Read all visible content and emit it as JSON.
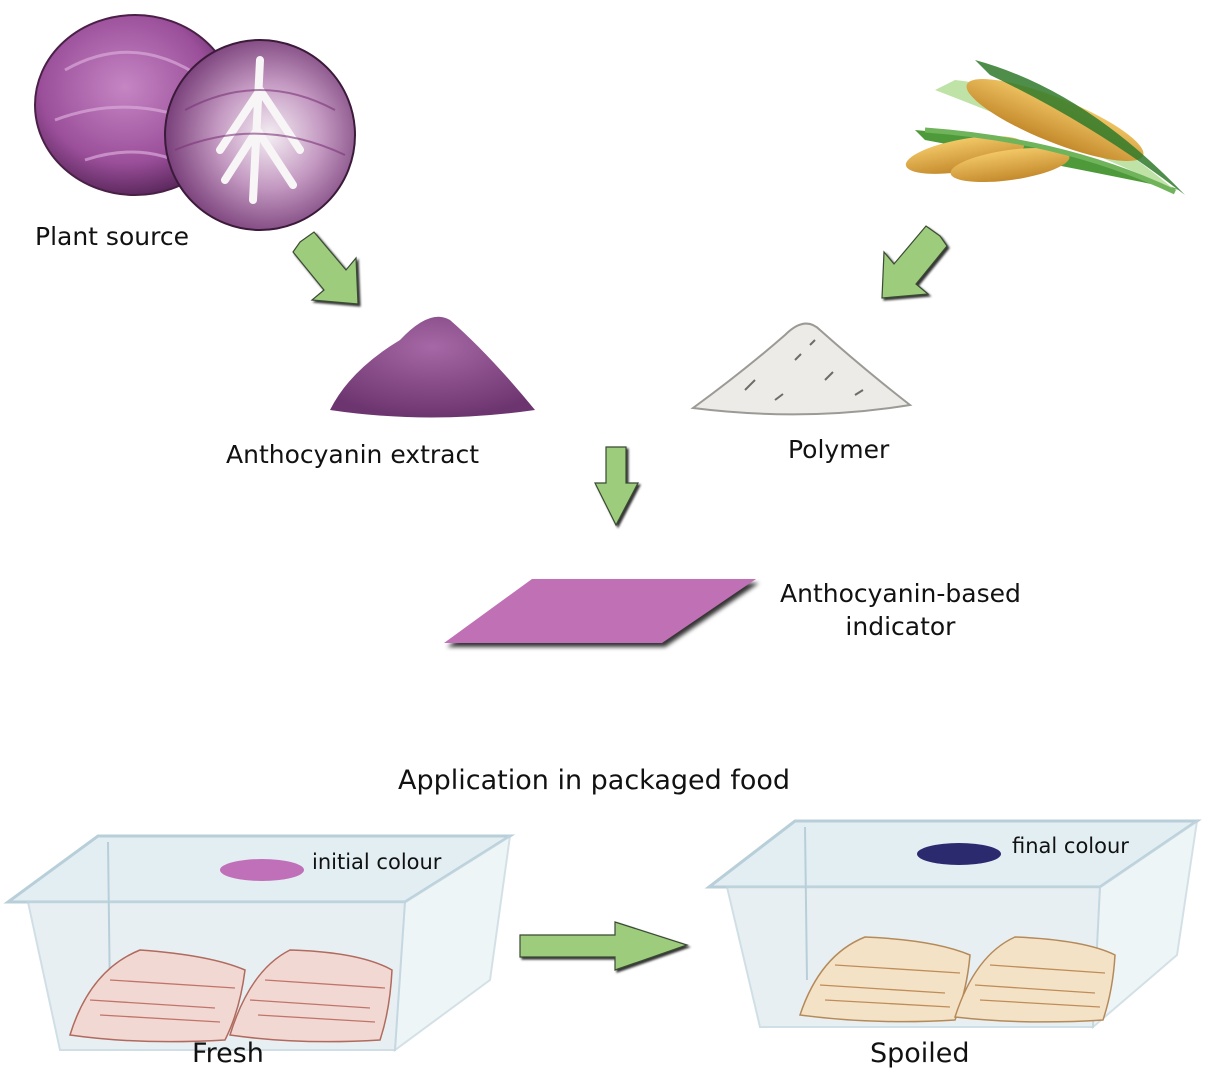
{
  "labels": {
    "plant_source": "Plant source",
    "anthocyanin_extract": "Anthocyanin extract",
    "polymer": "Polymer",
    "indicator_line1": "Anthocyanin-based",
    "indicator_line2": "indicator",
    "application_title": "Application in packaged food",
    "initial_colour": "initial colour",
    "final_colour": "final colour",
    "fresh": "Fresh",
    "spoiled": "Spoiled"
  },
  "colors": {
    "arrow_fill": "#9ccc7c",
    "cabbage": "#9b4f9a",
    "extract_powder": "#8a4a8e",
    "polymer_powder": "#e9e9e6",
    "indicator": "#c070b4",
    "initial_colour": "#c070b8",
    "final_colour": "#2c2a6e",
    "tray": "#dce9ef",
    "tray_edge": "#b8cfd9",
    "fish_fresh": "#f2d8d2",
    "fish_spoiled": "#f4e2c6"
  }
}
